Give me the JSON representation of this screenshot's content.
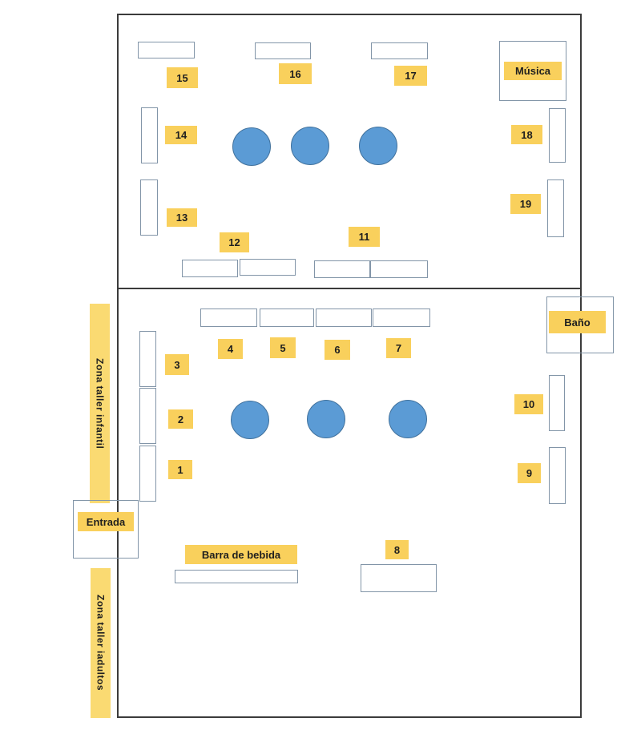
{
  "diagram": "floor-plan",
  "colors": {
    "label_bg": "#F9D05C",
    "bar_bg": "#FADA72",
    "circle_fill": "#5B9BD5",
    "circle_stroke": "#41719C",
    "table_border": "#8295A8",
    "wall": "#3B3B3B"
  },
  "zones": {
    "musica": "Música",
    "bano": "Baño",
    "entrada": "Entrada",
    "taller_infantil": "Zona taller infantil",
    "taller_adultos": "Zona taller iadultos",
    "barra": "Barra de bebida"
  },
  "stands": [
    "1",
    "2",
    "3",
    "4",
    "5",
    "6",
    "7",
    "8",
    "9",
    "10",
    "11",
    "12",
    "13",
    "14",
    "15",
    "16",
    "17",
    "18",
    "19"
  ]
}
